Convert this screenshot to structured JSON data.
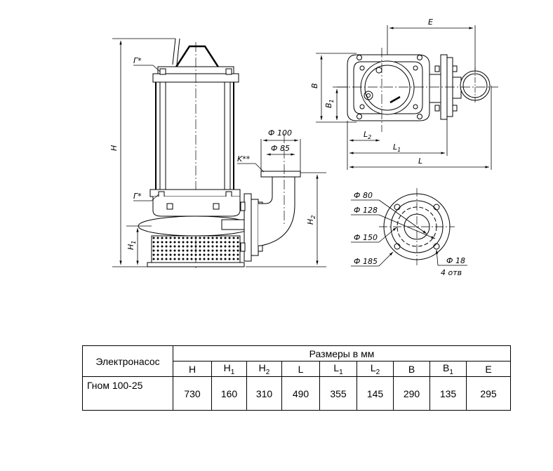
{
  "drawing": {
    "labels": {
      "E": "E",
      "B": "B",
      "B1": "B",
      "B1_sub": "1",
      "L": "L",
      "L1": "L",
      "L1_sub": "1",
      "L2": "L",
      "L2_sub": "2",
      "H": "H",
      "H1": "H",
      "H1_sub": "1",
      "H2": "H",
      "H2_sub": "2",
      "G_top": "Г*",
      "G_bottom": "Г*",
      "K": "K**",
      "d100": "Ф 100",
      "d85": "Ф 85",
      "d80": "Ф 80",
      "d128": "Ф 128",
      "d150": "Ф 150",
      "d185": "Ф 185",
      "d18": "Ф 18",
      "holes": "4 отв"
    }
  },
  "table": {
    "col_header": "Электронасос",
    "group_header": "Размеры в мм",
    "dims": [
      {
        "main": "H",
        "sub": ""
      },
      {
        "main": "H",
        "sub": "1"
      },
      {
        "main": "H",
        "sub": "2"
      },
      {
        "main": "L",
        "sub": ""
      },
      {
        "main": "L",
        "sub": "1"
      },
      {
        "main": "L",
        "sub": "2"
      },
      {
        "main": "B",
        "sub": ""
      },
      {
        "main": "B",
        "sub": "1"
      },
      {
        "main": "E",
        "sub": ""
      }
    ],
    "row": {
      "name": "Гном 100-25",
      "values": [
        "730",
        "160",
        "310",
        "490",
        "355",
        "145",
        "290",
        "135",
        "295"
      ]
    }
  }
}
